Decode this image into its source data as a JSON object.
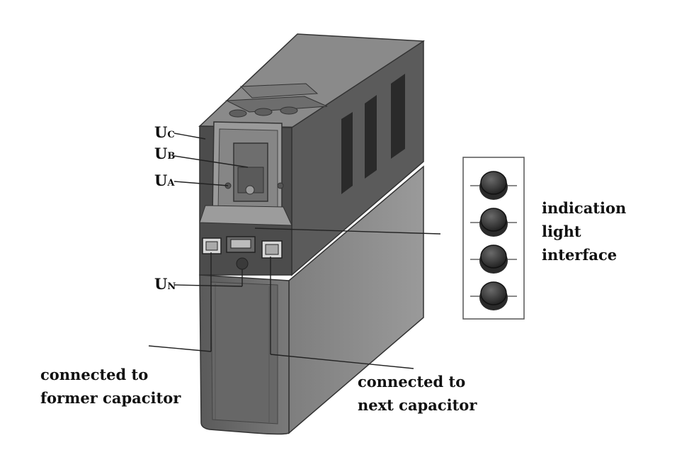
{
  "phase_labels": {
    "uc": {
      "main": "U",
      "sub": "C"
    },
    "ub": {
      "main": "U",
      "sub": "B"
    },
    "ua": {
      "main": "U",
      "sub": "A"
    },
    "un": {
      "main": "U",
      "sub": "N"
    }
  },
  "indicator": {
    "line1": "indication",
    "line2": "light",
    "line3": "interface",
    "light_count": 4
  },
  "former": {
    "line1": "connected to",
    "line2": "former capacitor"
  },
  "next": {
    "line1": "connected to",
    "line2": "next capacitor"
  },
  "colors": {
    "body_dark": "#4a4a4a",
    "body_mid": "#6b6b6b",
    "body_light": "#8c8c8c",
    "line": "#222222",
    "light_face": "#333333"
  }
}
